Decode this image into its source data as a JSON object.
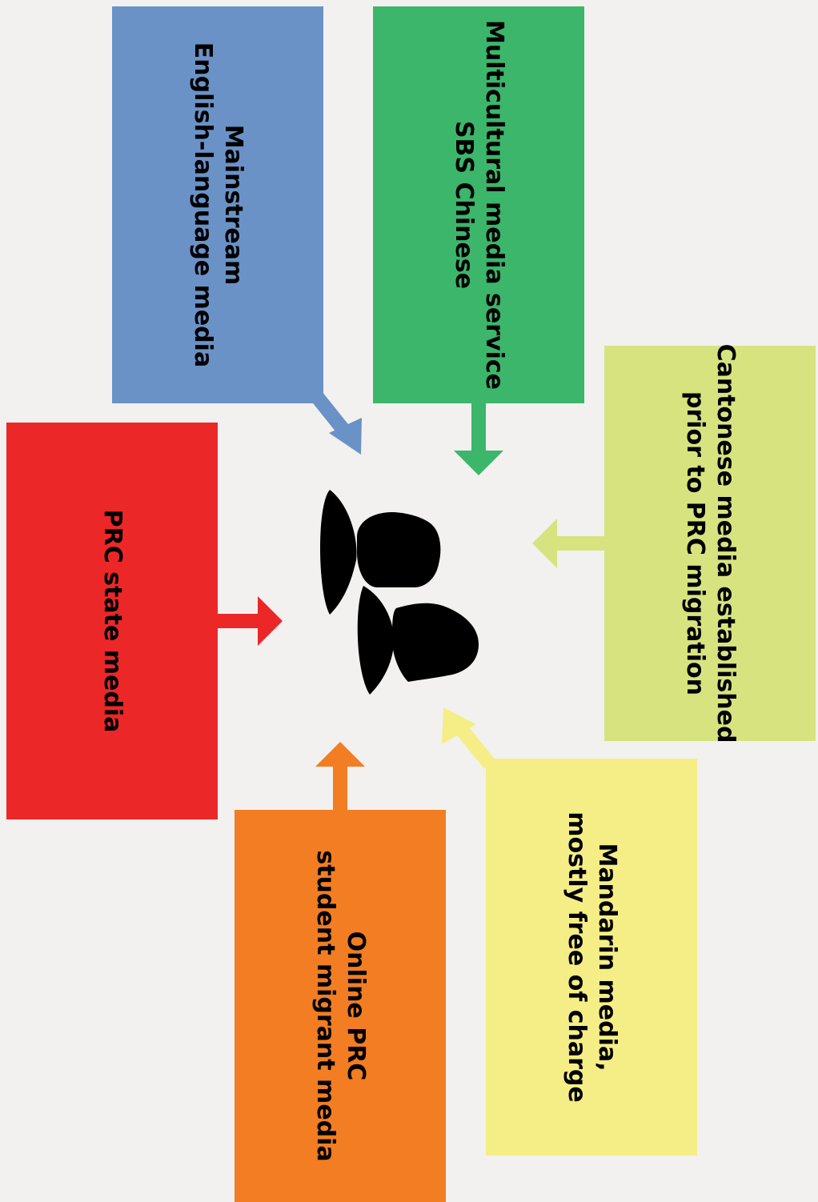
{
  "boxes": {
    "mainstream": {
      "lines": [
        "Mainstream",
        "English-language media"
      ],
      "color": "#6a92c7"
    },
    "sbs": {
      "lines": [
        "Multicultural media service",
        "SBS Chinese"
      ],
      "color": "#3bb66a"
    },
    "cantonese": {
      "lines": [
        "Cantonese media established",
        "prior to PRC migration"
      ],
      "color": "#d7e37f"
    },
    "prc_state": {
      "lines": [
        "PRC state media"
      ],
      "color": "#ec2728"
    },
    "online_prc": {
      "lines": [
        "Online PRC",
        "student migrant media"
      ],
      "color": "#f27d22"
    },
    "mandarin": {
      "lines": [
        "Mandarin media,",
        "mostly free of charge"
      ],
      "color": "#f5ee86"
    }
  },
  "center_icon": "people-group-icon"
}
